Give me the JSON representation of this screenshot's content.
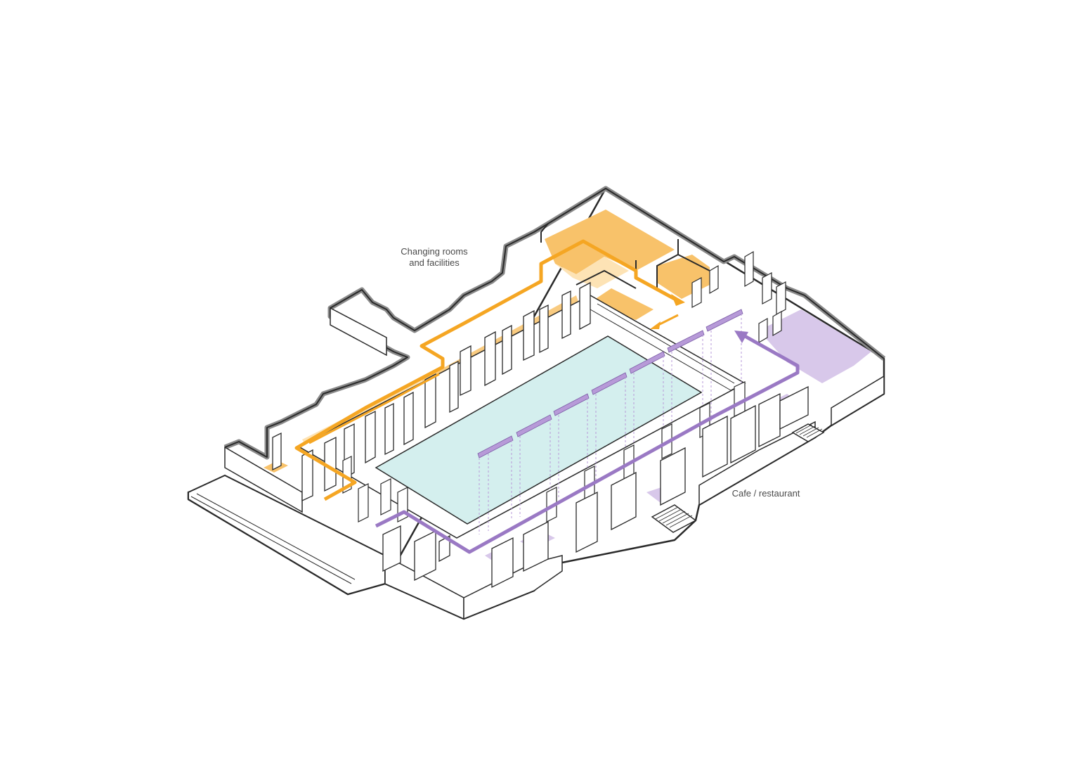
{
  "labels": {
    "changing_rooms": [
      "Changing rooms",
      "and facilities"
    ],
    "cafe": "Cafe / restaurant"
  },
  "colors": {
    "outline": "#2a2a2a",
    "wall_fill": "#ffffff",
    "wall_top": "#8a8a8a",
    "pool_water": "#d4efee",
    "deck": "#ffffff",
    "orange_route": "#f5a623",
    "orange_zone": "#f8c26a",
    "orange_zone_light": "#fde3b5",
    "purple_route": "#9a79c4",
    "purple_zone": "#d8c8ea",
    "purple_dash": "#b79ad8"
  }
}
